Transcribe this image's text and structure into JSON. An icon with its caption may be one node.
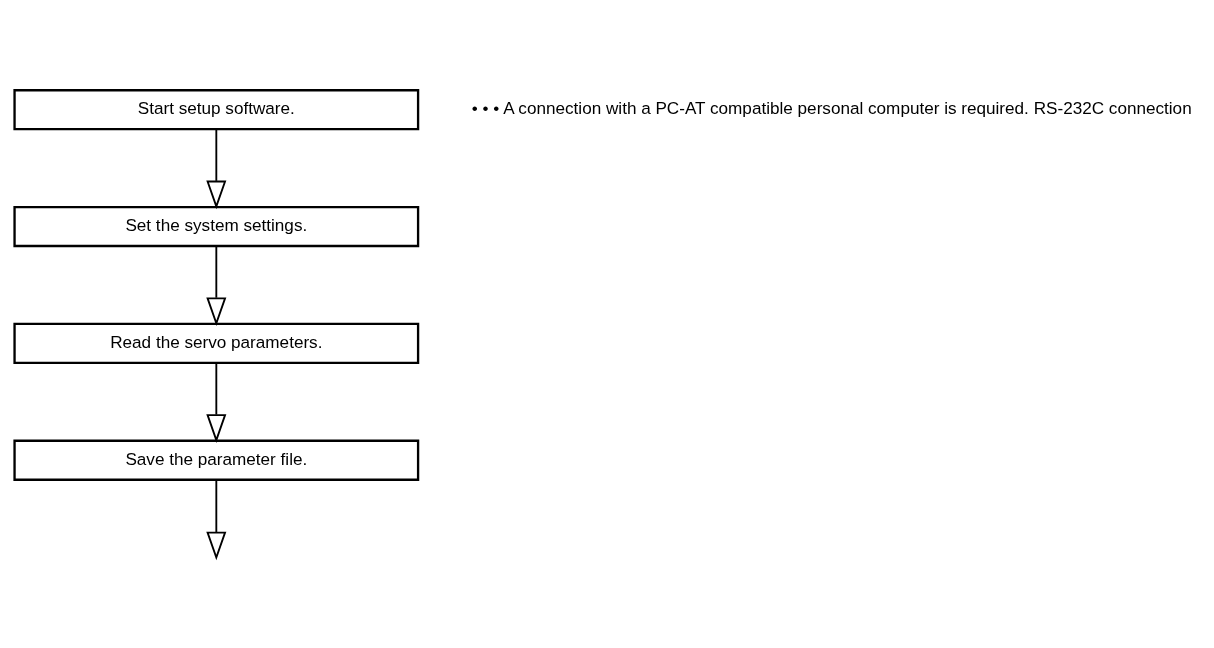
{
  "diagram": {
    "nodes": [
      {
        "text": [
          "Start setup software."
        ],
        "beside": [
          "• • • A connection with a PC-AT compatible personal computer is required. RS-232C connection"
        ]
      },
      {
        "text": [
          "Set the system settings."
        ]
      },
      {
        "text": [
          "Read the servo parameters."
        ]
      },
      {
        "text": [
          "Save the parameter file."
        ]
      }
    ],
    "edges": [
      {
        "from": 0,
        "to": 1,
        "arrow": "to"
      },
      {
        "from": 1,
        "to": 2,
        "arrow": "to"
      },
      {
        "from": 2,
        "to": 3,
        "arrow": "to"
      },
      {
        "from": 3,
        "to": null,
        "arrow": "to"
      }
    ]
  }
}
